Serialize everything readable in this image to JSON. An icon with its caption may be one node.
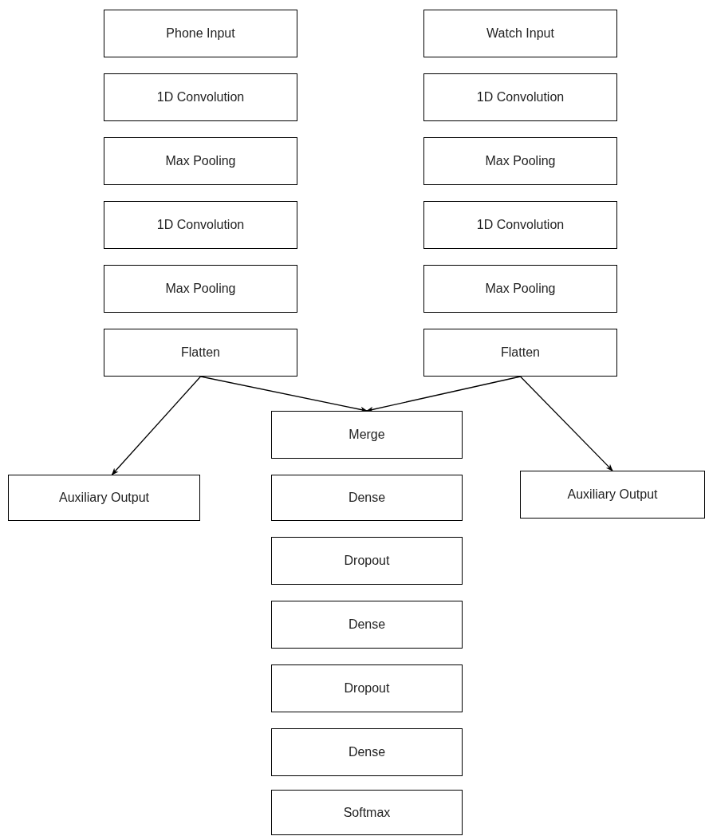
{
  "diagram": {
    "nodes": [
      {
        "text": [
          "Phone Input"
        ]
      },
      {
        "text": [
          "Watch Input"
        ]
      },
      {
        "text": [
          "1D Convolution"
        ]
      },
      {
        "text": [
          "1D Convolution"
        ]
      },
      {
        "text": [
          "Max Pooling"
        ]
      },
      {
        "text": [
          "Max Pooling"
        ]
      },
      {
        "text": [
          "1D Convolution"
        ]
      },
      {
        "text": [
          "1D Convolution"
        ]
      },
      {
        "text": [
          "Max Pooling"
        ]
      },
      {
        "text": [
          "Max Pooling"
        ]
      },
      {
        "text": [
          "Flatten"
        ]
      },
      {
        "text": [
          "Flatten"
        ]
      },
      {
        "text": [
          "Merge"
        ]
      },
      {
        "text": [
          "Auxiliary Output"
        ]
      },
      {
        "text": [
          "Dense"
        ]
      },
      {
        "text": [
          "Auxiliary Output"
        ]
      },
      {
        "text": [
          "Dropout"
        ]
      },
      {
        "text": [
          "Dense"
        ]
      },
      {
        "text": [
          "Dropout"
        ]
      },
      {
        "text": [
          "Dense"
        ]
      },
      {
        "text": [
          "Softmax"
        ]
      }
    ],
    "edges": [
      {
        "from": 10,
        "to": 12,
        "arrow": "to"
      },
      {
        "from": 11,
        "to": 12,
        "arrow": "to"
      },
      {
        "from": 10,
        "to": 13,
        "arrow": "to"
      },
      {
        "from": 11,
        "to": 15,
        "arrow": "to"
      }
    ]
  }
}
